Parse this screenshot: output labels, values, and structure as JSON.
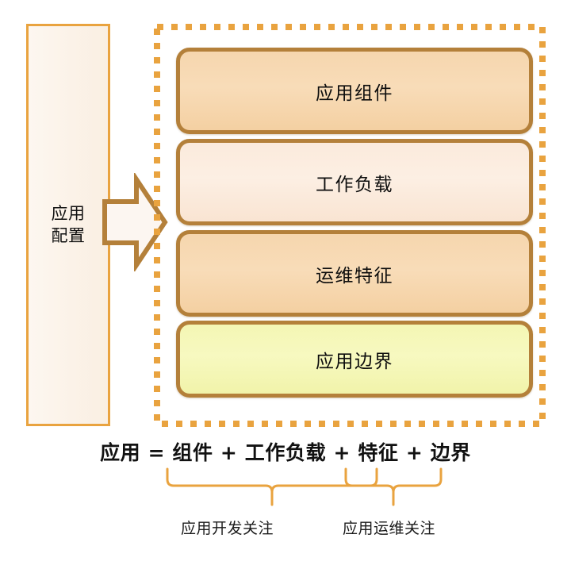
{
  "diagram": {
    "title_formula": "应用 = 组件 + 工作负载 + 特征 + 边界",
    "config_box": {
      "label": "应用\n配置"
    },
    "arrow": {
      "name": "right-block-arrow"
    },
    "layers": [
      {
        "label": "应用组件",
        "fill": "#F8DCB8",
        "border": "#B4803A",
        "font": "serif"
      },
      {
        "label": "工作负载",
        "fill": "#FCEFE3",
        "border": "#B4803A",
        "font": "serif"
      },
      {
        "label": "运维特征",
        "fill": "#F8DCB8",
        "border": "#B4803A",
        "font": "sans"
      },
      {
        "label": "应用边界",
        "fill": "#F7F9C0",
        "border": "#B4803A",
        "font": "serif"
      }
    ],
    "container": {
      "border_style": "dotted",
      "border_color": "#E9A33F"
    },
    "braces": [
      {
        "caption": "应用开发关注",
        "color": "#E9A33F"
      },
      {
        "caption": "应用运维关注",
        "color": "#E9A33F"
      }
    ],
    "captions": {
      "dev": "应用开发关注",
      "ops": "应用运维关注"
    },
    "colors": {
      "accent_orange": "#E9A33F",
      "box_border_brown": "#B4803A",
      "peach": "#F8DCB8",
      "cream": "#FCEFE3",
      "yellow": "#F7F9C0",
      "text": "#111111",
      "background": "#FFFFFF"
    }
  }
}
